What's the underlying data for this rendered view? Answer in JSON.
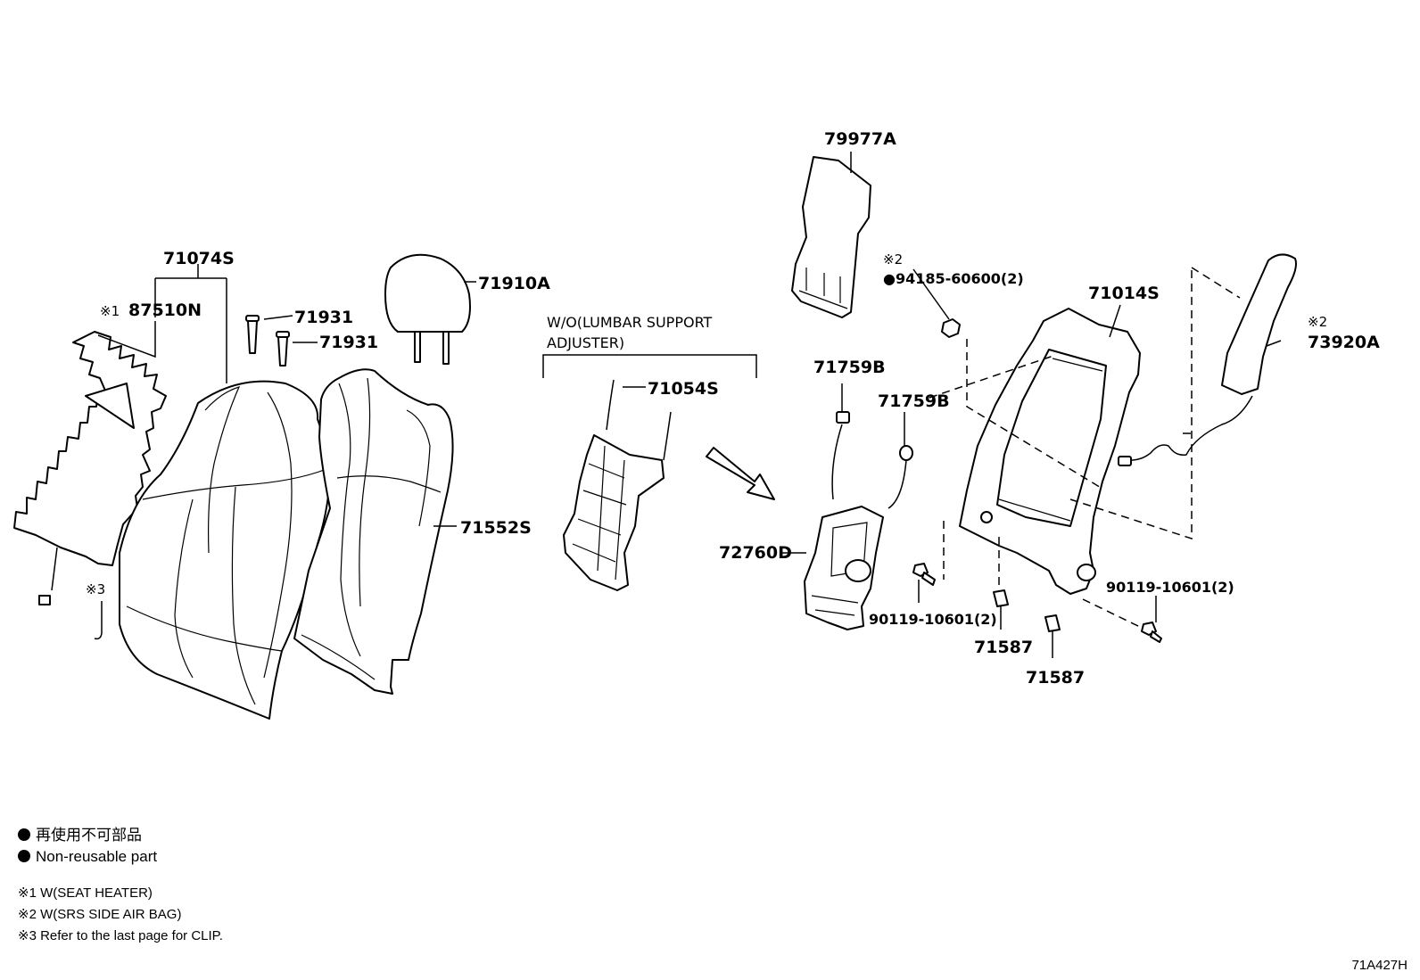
{
  "callouts": {
    "seatback_cover_assembly": "71074S",
    "seat_heater": "87510N",
    "seat_heater_mark": "※1",
    "clip_mark": "※3",
    "headrest_support_upper": "71931",
    "headrest_support_lower": "71931",
    "headrest": "71910A",
    "seatback_pad": "71552S",
    "lumbar_support": "71054S",
    "seatback_board": "79977A",
    "nut_mark": "※2",
    "nut": "●94185-60600(2)",
    "seatback_frame": "71014S",
    "airbag_mark": "※2",
    "side_airbag": "73920A",
    "clip_71759b_left": "71759B",
    "clip_71759b_right": "71759B",
    "lumbar_adjuster": "72760D",
    "bolt_left": "90119-10601(2)",
    "bolt_right": "90119-10601(2)",
    "clip_71587_upper": "71587",
    "clip_71587_lower": "71587"
  },
  "variant_box": {
    "line1": "W/O(LUMBAR SUPPORT",
    "line2": "ADJUSTER)"
  },
  "legend": {
    "ja": "再使用不可部品",
    "en": "Non-reusable part"
  },
  "notes": [
    "※1 W(SEAT HEATER)",
    "※2 W(SRS SIDE AIR BAG)",
    "※3 Refer to the last page for CLIP."
  ],
  "diagram_code": "71A427H"
}
